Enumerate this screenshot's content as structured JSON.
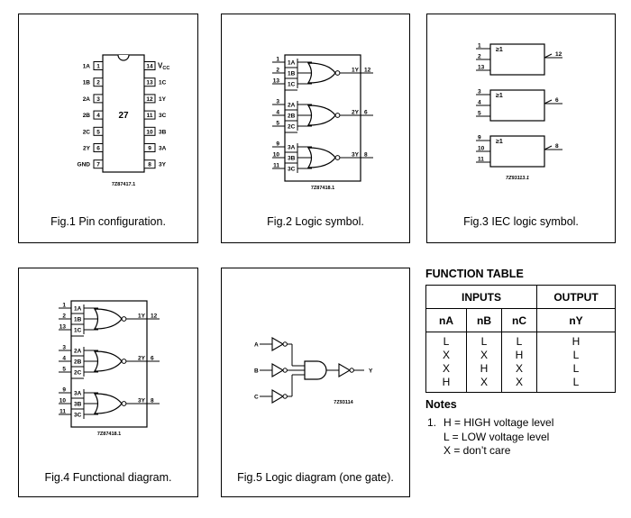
{
  "fig1": {
    "caption": "Fig.1  Pin configuration.",
    "chip_label": "27",
    "code": "7Z87417.1",
    "left_pins": [
      {
        "num": "1",
        "name": "1A"
      },
      {
        "num": "2",
        "name": "1B"
      },
      {
        "num": "3",
        "name": "2A"
      },
      {
        "num": "4",
        "name": "2B"
      },
      {
        "num": "5",
        "name": "2C"
      },
      {
        "num": "6",
        "name": "2Y"
      },
      {
        "num": "7",
        "name": "GND"
      }
    ],
    "right_pins": [
      {
        "num": "14",
        "name": "VCC"
      },
      {
        "num": "13",
        "name": "1C"
      },
      {
        "num": "12",
        "name": "1Y"
      },
      {
        "num": "11",
        "name": "3C"
      },
      {
        "num": "10",
        "name": "3B"
      },
      {
        "num": "9",
        "name": "3A"
      },
      {
        "num": "8",
        "name": "3Y"
      }
    ]
  },
  "fig2": {
    "caption": "Fig.2  Logic symbol.",
    "code": "7Z87418.1",
    "gates": [
      {
        "in_pins": [
          "1",
          "2",
          "13"
        ],
        "in_names": [
          "1A",
          "1B",
          "1C"
        ],
        "out_name": "1Y",
        "out_pin": "12"
      },
      {
        "in_pins": [
          "3",
          "4",
          "5"
        ],
        "in_names": [
          "2A",
          "2B",
          "2C"
        ],
        "out_name": "2Y",
        "out_pin": "6"
      },
      {
        "in_pins": [
          "9",
          "10",
          "11"
        ],
        "in_names": [
          "3A",
          "3B",
          "3C"
        ],
        "out_name": "3Y",
        "out_pin": "8"
      }
    ]
  },
  "fig3": {
    "caption": "Fig.3  IEC logic symbol.",
    "code": "7Z93113.1",
    "symbol": "≥1",
    "gates": [
      {
        "in_pins": [
          "1",
          "2",
          "13"
        ],
        "out_pin": "12"
      },
      {
        "in_pins": [
          "3",
          "4",
          "5"
        ],
        "out_pin": "6"
      },
      {
        "in_pins": [
          "9",
          "10",
          "11"
        ],
        "out_pin": "8"
      }
    ]
  },
  "fig4": {
    "caption": "Fig.4  Functional diagram.",
    "code": "7Z87418.1",
    "gates": [
      {
        "in_pins": [
          "1",
          "2",
          "13"
        ],
        "in_names": [
          "1A",
          "1B",
          "1C"
        ],
        "out_name": "1Y",
        "out_pin": "12"
      },
      {
        "in_pins": [
          "3",
          "4",
          "5"
        ],
        "in_names": [
          "2A",
          "2B",
          "2C"
        ],
        "out_name": "2Y",
        "out_pin": "6"
      },
      {
        "in_pins": [
          "9",
          "10",
          "11"
        ],
        "in_names": [
          "3A",
          "3B",
          "3C"
        ],
        "out_name": "3Y",
        "out_pin": "8"
      }
    ]
  },
  "fig5": {
    "caption": "Fig.5  Logic diagram (one gate).",
    "code": "7Z93114",
    "inputs": [
      "A",
      "B",
      "C"
    ],
    "output": "Y"
  },
  "function_table": {
    "title": "FUNCTION TABLE",
    "inputs_header": "INPUTS",
    "output_header": "OUTPUT",
    "columns": [
      "nA",
      "nB",
      "nC",
      "nY"
    ],
    "rows": [
      [
        "L",
        "L",
        "L",
        "H"
      ],
      [
        "X",
        "X",
        "H",
        "L"
      ],
      [
        "X",
        "H",
        "X",
        "L"
      ],
      [
        "H",
        "X",
        "X",
        "L"
      ]
    ]
  },
  "notes": {
    "title": "Notes",
    "number": "1.",
    "lines": [
      "H = HIGH voltage level",
      "L = LOW voltage level",
      "X = don’t care"
    ]
  }
}
